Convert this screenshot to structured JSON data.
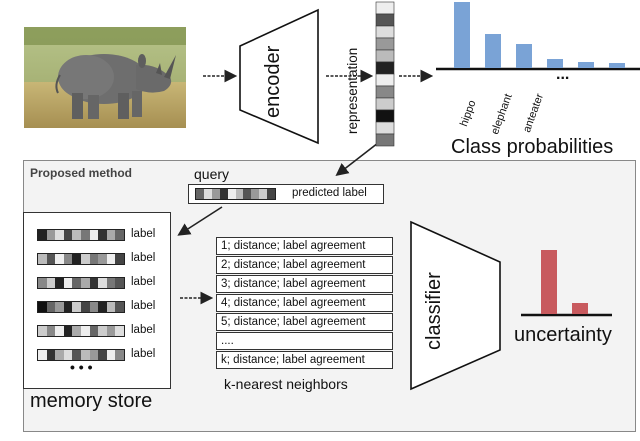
{
  "photo": {
    "subject": "rhinoceros"
  },
  "encoder": {
    "label": "encoder"
  },
  "representation": {
    "label": "representation"
  },
  "class_probs": {
    "title": "Class probabilities",
    "categories": [
      "hippo",
      "elephant",
      "anteater"
    ],
    "ellipsis": "...",
    "bar_color": "#7aa3d6"
  },
  "proposed": {
    "title": "Proposed method"
  },
  "query": {
    "label": "query",
    "predicted_label": "predicted label"
  },
  "memory": {
    "title": "memory store",
    "row_label": "label",
    "rows": [
      "label",
      "label",
      "label",
      "label",
      "label",
      "label"
    ],
    "ellipsis": "• • •"
  },
  "knn": {
    "title": "k-nearest neighbors",
    "rows": [
      "1; distance; label agreement",
      "2; distance; label agreement",
      "3; distance; label agreement",
      "4; distance; label agreement",
      "5; distance; label agreement",
      "....",
      "k; distance; label agreement"
    ]
  },
  "classifier": {
    "label": "classifier"
  },
  "uncertainty": {
    "label": "uncertainty",
    "bar_color": "#c85a5e"
  }
}
